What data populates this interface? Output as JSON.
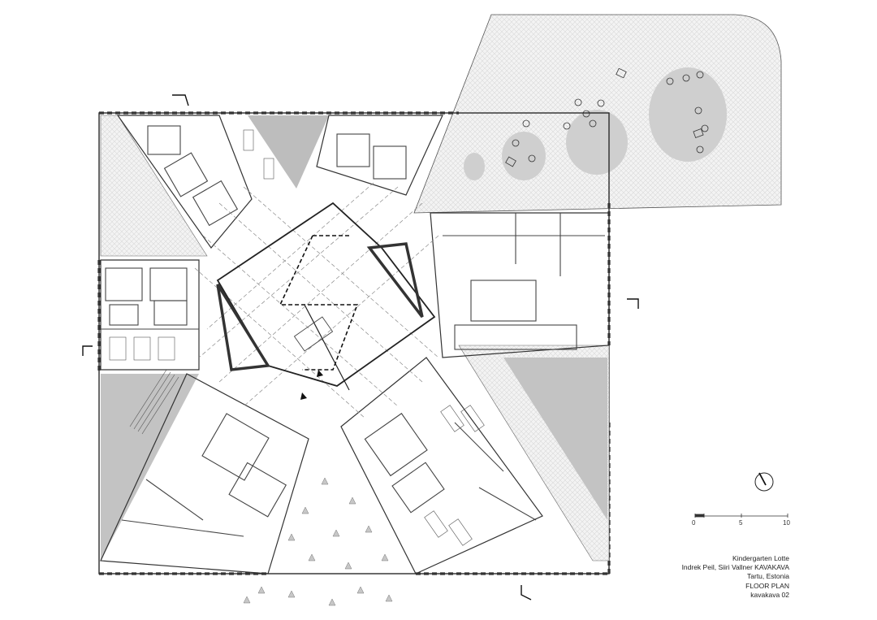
{
  "scale_bar": {
    "tick_0": "0",
    "tick_5": "5",
    "tick_10": "10"
  },
  "caption": {
    "project": "Kindergarten Lotte",
    "architects": "Indrek Peil, Siiri Vallner KAVAKAVA",
    "location": "Tartu, Estonia",
    "drawing_type": "FLOOR PLAN",
    "sheet": "kavakava 02"
  },
  "icons": [
    "north-arrow-icon",
    "section-marker-icon",
    "tree-icon"
  ],
  "colors": {
    "line": "#2a2a2a",
    "wall": "#3a3a3a",
    "paving_fill": "#f0f0f0",
    "lawn_fill": "#cfcfcf",
    "planter_fill": "#bdbdbd",
    "dashed": "#111111"
  }
}
